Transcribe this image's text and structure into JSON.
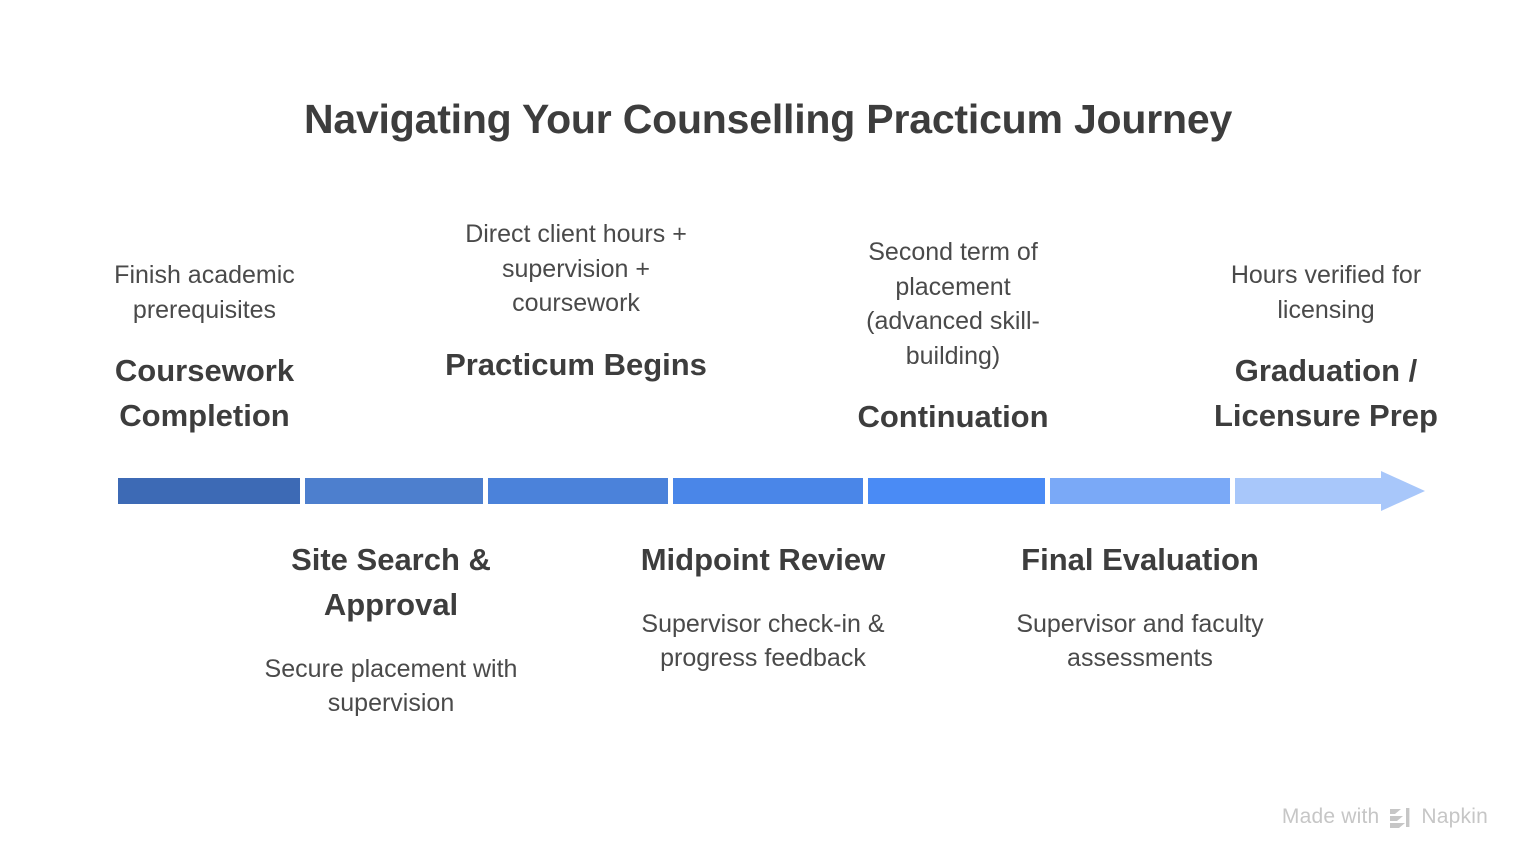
{
  "title": "Navigating Your Counselling Practicum Journey",
  "watermark": {
    "text_before": "Made with",
    "brand": "Napkin",
    "logo_icon": "napkin-logo-icon"
  },
  "colors": {
    "background": "#ffffff",
    "title_text": "#3d3d3d",
    "name_text": "#3d3d3d",
    "desc_text": "#4a4a4a",
    "watermark_text": "#c6c6c6",
    "segment_1": "#3d6ab5",
    "segment_2": "#4d7fce",
    "segment_3": "#4b82da",
    "segment_4": "#4a86e8",
    "segment_5": "#4a8bf5",
    "segment_6": "#7aa9f7",
    "segment_7": "#a8c7fa"
  },
  "chart_data": {
    "type": "timeline",
    "title": "Navigating Your Counselling Practicum Journey",
    "orientation": "horizontal",
    "direction": "left-to-right",
    "arrow_head": true,
    "segment_count": 7,
    "segment_colors": [
      "#3d6ab5",
      "#4d7fce",
      "#4b82da",
      "#4a86e8",
      "#4a8bf5",
      "#7aa9f7",
      "#a8c7fa"
    ],
    "milestones": [
      {
        "index": 1,
        "name": "Coursework Completion",
        "description": "Finish academic prerequisites",
        "position": "above"
      },
      {
        "index": 2,
        "name": "Site Search & Approval",
        "description": "Secure placement with supervision",
        "position": "below"
      },
      {
        "index": 3,
        "name": "Practicum Begins",
        "description": "Direct client hours + supervision + coursework",
        "position": "above"
      },
      {
        "index": 4,
        "name": "Midpoint Review",
        "description": "Supervisor check-in & progress feedback",
        "position": "below"
      },
      {
        "index": 5,
        "name": "Continuation",
        "description": "Second term of placement (advanced skill-building)",
        "position": "above"
      },
      {
        "index": 6,
        "name": "Final Evaluation",
        "description": "Supervisor and faculty assessments",
        "position": "below"
      },
      {
        "index": 7,
        "name": "Graduation / Licensure Prep",
        "description": "Hours verified for licensing",
        "position": "above"
      }
    ]
  }
}
